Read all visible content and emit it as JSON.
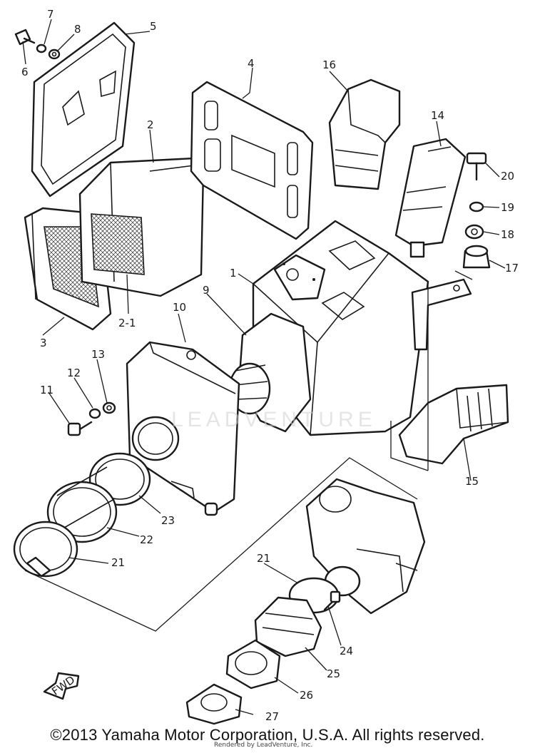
{
  "diagram": {
    "callouts": [
      "1",
      "2",
      "2-1",
      "3",
      "4",
      "5",
      "6",
      "7",
      "8",
      "9",
      "10",
      "11",
      "12",
      "13",
      "14",
      "15",
      "16",
      "17",
      "18",
      "19",
      "20",
      "21",
      "21",
      "22",
      "23",
      "24",
      "25",
      "26",
      "27"
    ],
    "fwd_label": "FWD",
    "watermark": "LEADVENTURE"
  },
  "footer": {
    "copyright": "©2013 Yamaha Motor Corporation, U.S.A. All rights reserved.",
    "rendered_by": "Rendered by LeadVenture, Inc."
  }
}
